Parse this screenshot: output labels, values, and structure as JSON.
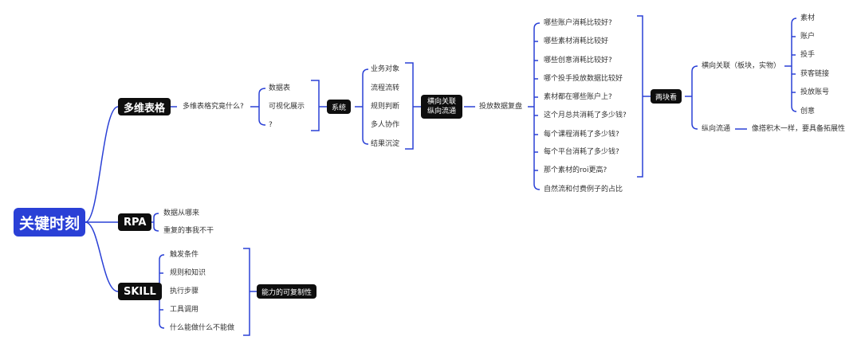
{
  "colors": {
    "root": "#2a40d6",
    "connector": "#2a40d6",
    "node": "#0e0e0e"
  },
  "root": "关键时刻",
  "branches": {
    "multi_table": {
      "label": "多维表格",
      "question": "多维表格究竟什么?",
      "items": [
        "数据表",
        "可视化展示",
        "?"
      ],
      "system": "系统",
      "system_items": [
        "业务对象",
        "流程流转",
        "规则判断",
        "多人协作",
        "结果沉淀"
      ],
      "relation": [
        "横向关联",
        "纵向流通"
      ],
      "review": "投放数据复盘",
      "review_items": [
        "哪些账户消耗比较好?",
        "哪些素材消耗比较好",
        "哪些创意消耗比较好?",
        "哪个投手投放数据比较好",
        "素材都在哪些账户上?",
        "这个月总共消耗了多少钱?",
        "每个课程消耗了多少钱?",
        "每个平台消耗了多少钱?",
        "那个素材的roi更高?",
        "自然流和付费例子的占比"
      ],
      "two_views": "两块看",
      "horizontal": "横向关联（板块，实物）",
      "horizontal_items": [
        "素材",
        "账户",
        "投手",
        "获客链接",
        "投放账号",
        "创意"
      ],
      "vertical": "纵向流通",
      "vertical_note": "像搭积木一样，要具备拓展性"
    },
    "rpa": {
      "label": "RPA",
      "items": [
        "数据从哪来",
        "重复的事我不干"
      ]
    },
    "skill": {
      "label": "SKILL",
      "items": [
        "触发条件",
        "规则和知识",
        "执行步骤",
        "工具调用",
        "什么能做什么不能做"
      ],
      "summary": "能力的可复制性"
    }
  }
}
